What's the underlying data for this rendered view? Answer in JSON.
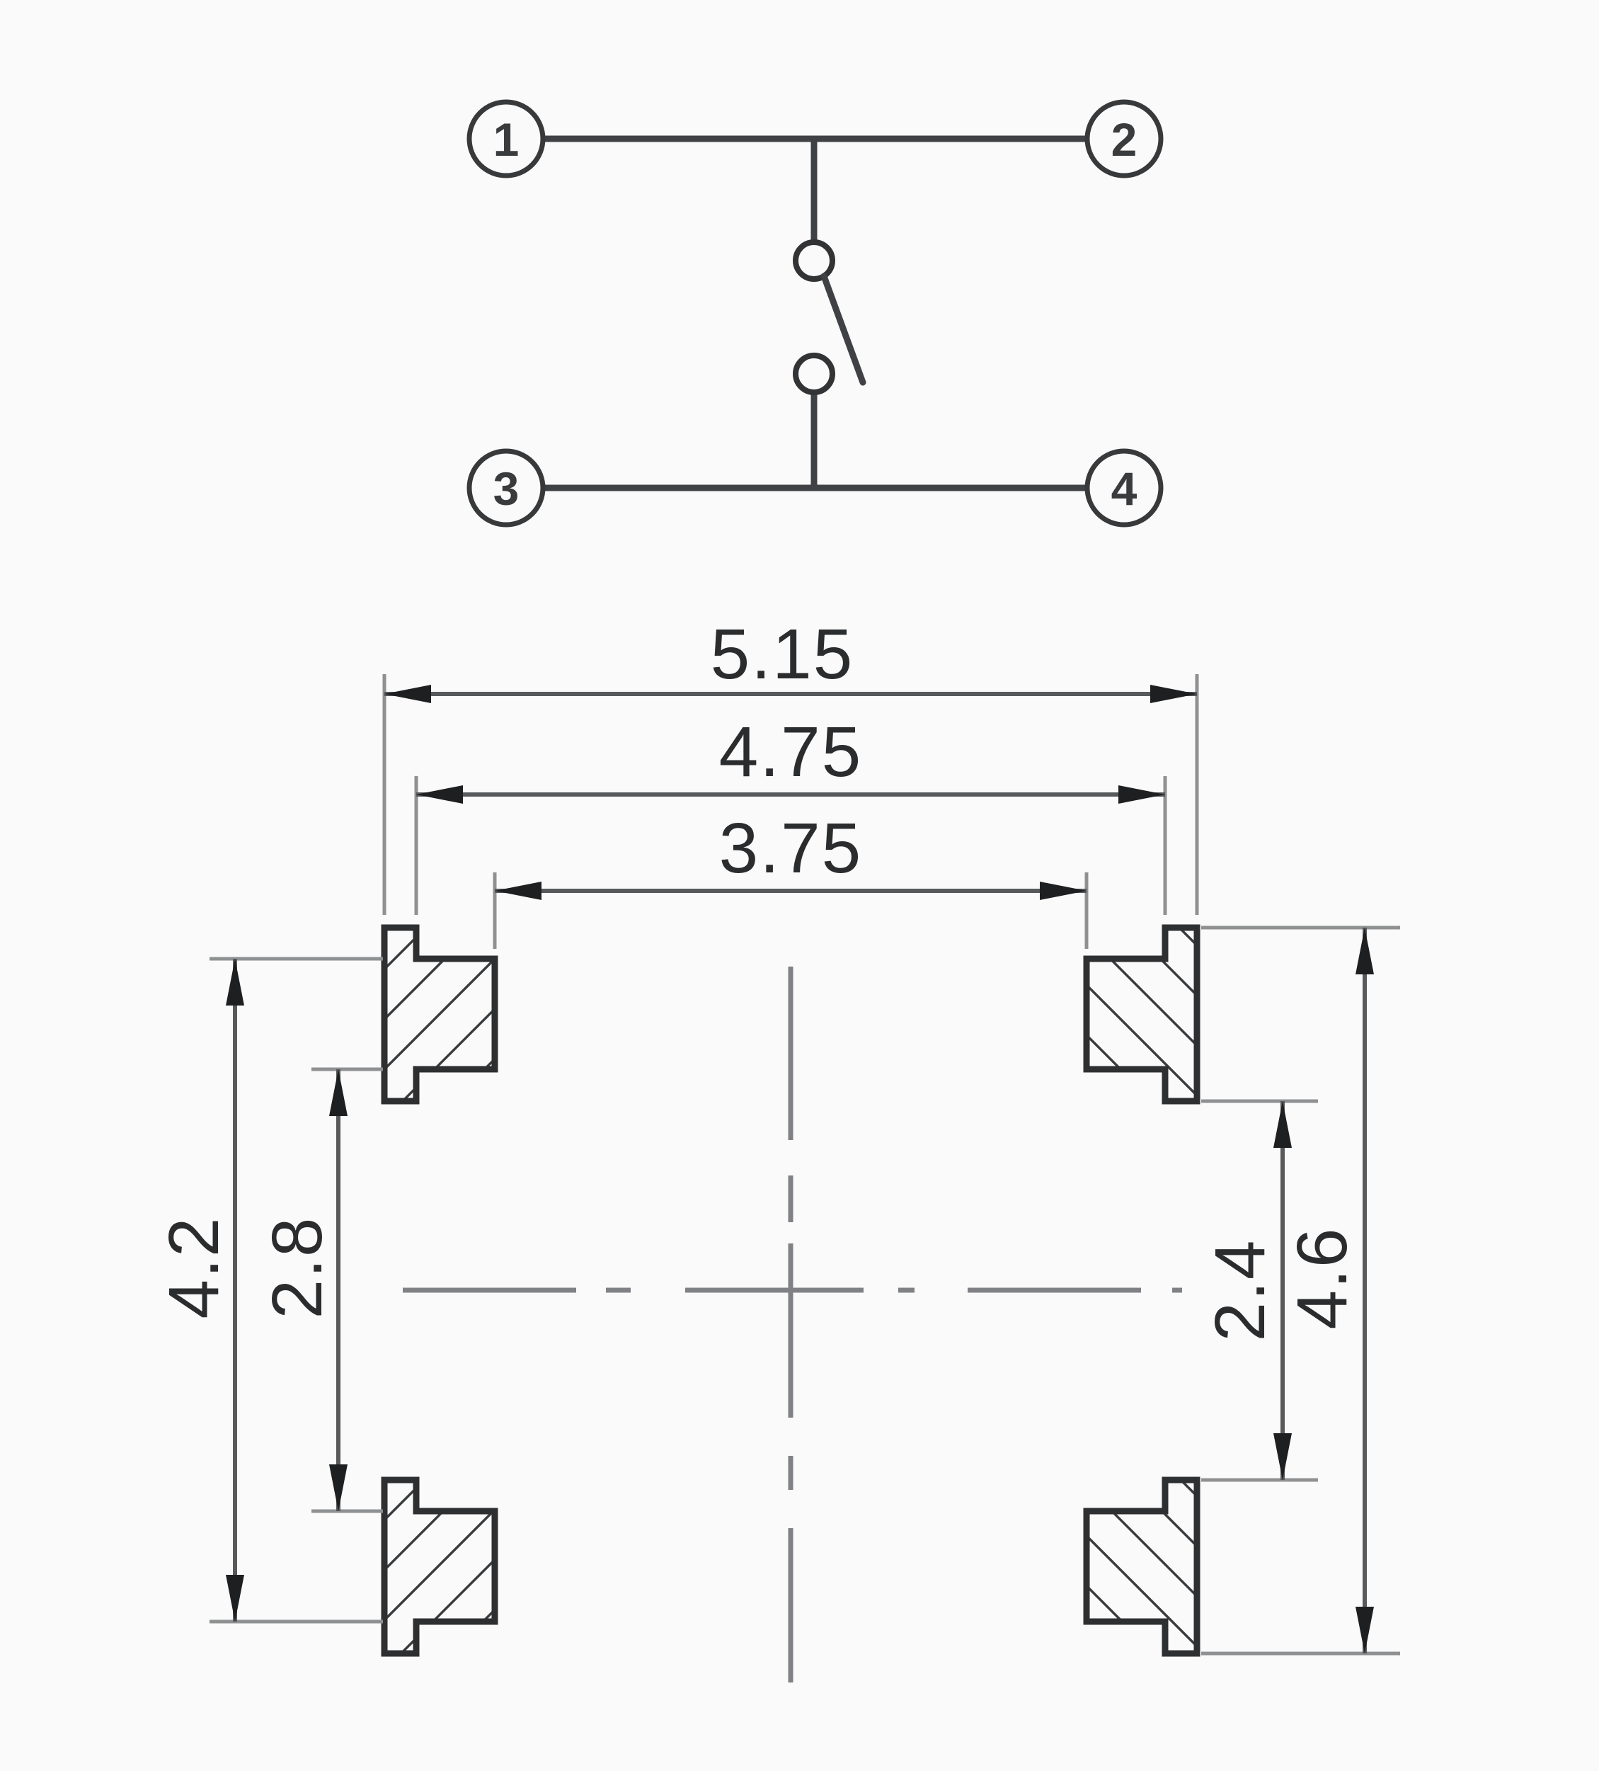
{
  "colors": {
    "background": "#fafafa",
    "line": "#3a3b3d",
    "dim_line": "#58595b",
    "extension_line": "#8f9092",
    "centerline": "#808184",
    "text": "#2b2c2e"
  },
  "schematic": {
    "pins": [
      {
        "label": "1"
      },
      {
        "label": "2"
      },
      {
        "label": "3"
      },
      {
        "label": "4"
      }
    ]
  },
  "footprint": {
    "horizontal_dimensions": [
      {
        "value": "5.15"
      },
      {
        "value": "4.75"
      },
      {
        "value": "3.75"
      }
    ],
    "left_dimensions": [
      {
        "value": "4.2"
      },
      {
        "value": "2.8"
      }
    ],
    "right_dimensions": [
      {
        "value": "2.4"
      },
      {
        "value": "4.6"
      }
    ]
  }
}
